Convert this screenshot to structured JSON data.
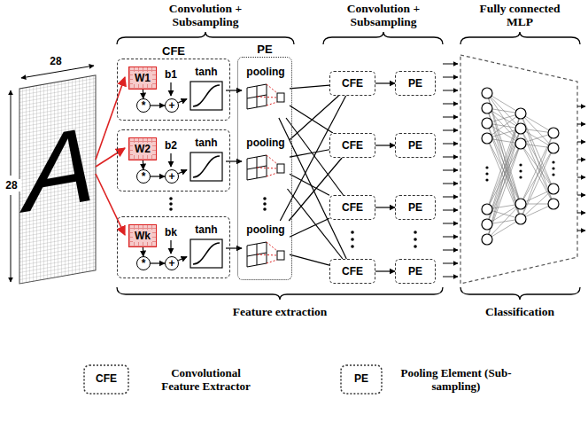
{
  "diagram": {
    "nodes": [
      {
        "text": [
          "CFE"
        ]
      },
      {
        "text": [
          "W1"
        ],
        "in": 0
      },
      {
        "text": [
          "*"
        ],
        "in": 0
      },
      {
        "text": [
          "+"
        ],
        "in": 0
      },
      {
        "text": [
          "tanh"
        ],
        "in": 0
      },
      {
        "text": []
      },
      {
        "text": [
          "W2"
        ],
        "in": 5
      },
      {
        "text": [
          "*"
        ],
        "in": 5
      },
      {
        "text": [
          "+"
        ],
        "in": 5
      },
      {
        "text": [
          "tanh"
        ],
        "in": 5
      },
      {
        "text": []
      },
      {
        "text": [
          "Wk"
        ],
        "in": 10
      },
      {
        "text": [
          "*"
        ],
        "in": 10
      },
      {
        "text": [
          "+"
        ],
        "in": 10
      },
      {
        "text": [
          "tanh"
        ],
        "in": 10
      },
      {
        "text": [
          "PE"
        ]
      },
      {
        "text": [
          "pooling"
        ],
        "in": 15
      },
      {
        "text": [
          "pooling"
        ],
        "in": 15
      },
      {
        "text": [
          "pooling"
        ],
        "in": 15
      },
      {
        "text": [
          "CFE"
        ]
      },
      {
        "text": [
          "PE"
        ]
      },
      {
        "text": [
          "CFE"
        ]
      },
      {
        "text": [
          "PE"
        ]
      },
      {
        "text": [
          "CFE"
        ]
      },
      {
        "text": [
          "PE"
        ]
      },
      {
        "text": [
          "CFE"
        ]
      },
      {
        "text": [
          "PE"
        ]
      }
    ],
    "edges": [
      {
        "from": 1,
        "to": 2,
        "arrow": "to"
      },
      {
        "from": 2,
        "to": 3,
        "arrow": "to"
      },
      {
        "from": 3,
        "to": 4,
        "arrow": "to"
      },
      {
        "from": 4,
        "to": 16,
        "arrow": "to"
      },
      {
        "from": 6,
        "to": 7,
        "arrow": "to"
      },
      {
        "from": 7,
        "to": 8,
        "arrow": "to"
      },
      {
        "from": 8,
        "to": 9,
        "arrow": "to"
      },
      {
        "from": 9,
        "to": 17,
        "arrow": "to"
      },
      {
        "from": 11,
        "to": 12,
        "arrow": "to"
      },
      {
        "from": 12,
        "to": 13,
        "arrow": "to"
      },
      {
        "from": 13,
        "to": 14,
        "arrow": "to"
      },
      {
        "from": 14,
        "to": 18,
        "arrow": "to"
      },
      {
        "from": 16,
        "to": 19,
        "arrow": "none"
      },
      {
        "from": 16,
        "to": 21,
        "arrow": "none"
      },
      {
        "from": 16,
        "to": 23,
        "arrow": "none"
      },
      {
        "from": 16,
        "to": 25,
        "arrow": "none"
      },
      {
        "from": 17,
        "to": 19,
        "arrow": "none"
      },
      {
        "from": 17,
        "to": 21,
        "arrow": "none"
      },
      {
        "from": 17,
        "to": 23,
        "arrow": "none"
      },
      {
        "from": 17,
        "to": 25,
        "arrow": "none"
      },
      {
        "from": 18,
        "to": 19,
        "arrow": "none"
      },
      {
        "from": 18,
        "to": 21,
        "arrow": "none"
      },
      {
        "from": 18,
        "to": 23,
        "arrow": "none"
      },
      {
        "from": 18,
        "to": 25,
        "arrow": "none"
      },
      {
        "from": 19,
        "to": 20,
        "arrow": "to"
      },
      {
        "from": 21,
        "to": 22,
        "arrow": "to"
      },
      {
        "from": 23,
        "to": 24,
        "arrow": "to"
      },
      {
        "from": 25,
        "to": 26,
        "arrow": "to"
      }
    ],
    "labels": [
      "Convolution + Subsampling",
      "Convolution + Subsampling",
      "Fully connected MLP",
      "28",
      "28",
      "A",
      "b1",
      "b2",
      "bk",
      "Feature extraction",
      "Classification",
      "CFE",
      "PE"
    ],
    "legend": [
      {
        "text": "Convolutional Feature Extractor"
      },
      {
        "text": "Pooling Element (Sub-sampling)"
      }
    ]
  }
}
